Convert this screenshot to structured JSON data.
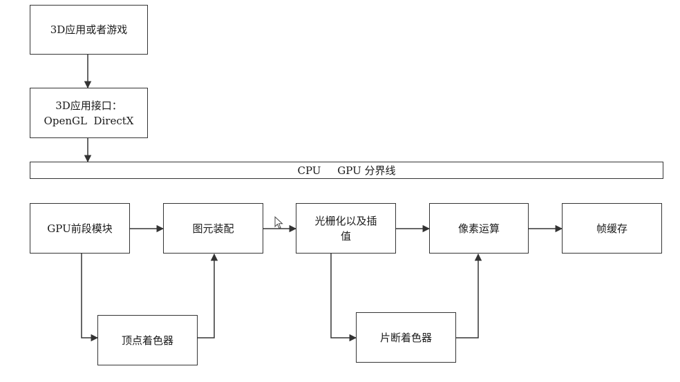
{
  "diagram": {
    "nodes": {
      "app": "3D应用或者游戏",
      "api_line1": "3D应用接口：",
      "api_line2": "OpenGL  DirectX",
      "boundary": "CPU     GPU 分界线",
      "frontend": "GPU前段模块",
      "primitive": "图元装配",
      "raster_line1": "光栅化以及插",
      "raster_line2": "值",
      "pixel_ops": "像素运算",
      "framebuffer": "帧缓存",
      "vertex_shader": "顶点着色器",
      "fragment_shader": "片断着色器"
    },
    "edges": [
      [
        "app",
        "api"
      ],
      [
        "api",
        "boundary"
      ],
      [
        "frontend",
        "primitive"
      ],
      [
        "primitive",
        "raster"
      ],
      [
        "raster",
        "pixel_ops"
      ],
      [
        "pixel_ops",
        "framebuffer"
      ],
      [
        "frontend",
        "vertex_shader"
      ],
      [
        "vertex_shader",
        "primitive"
      ],
      [
        "raster",
        "fragment_shader"
      ],
      [
        "fragment_shader",
        "pixel_ops"
      ]
    ],
    "colors": {
      "line": "#333333",
      "background": "#ffffff"
    }
  }
}
